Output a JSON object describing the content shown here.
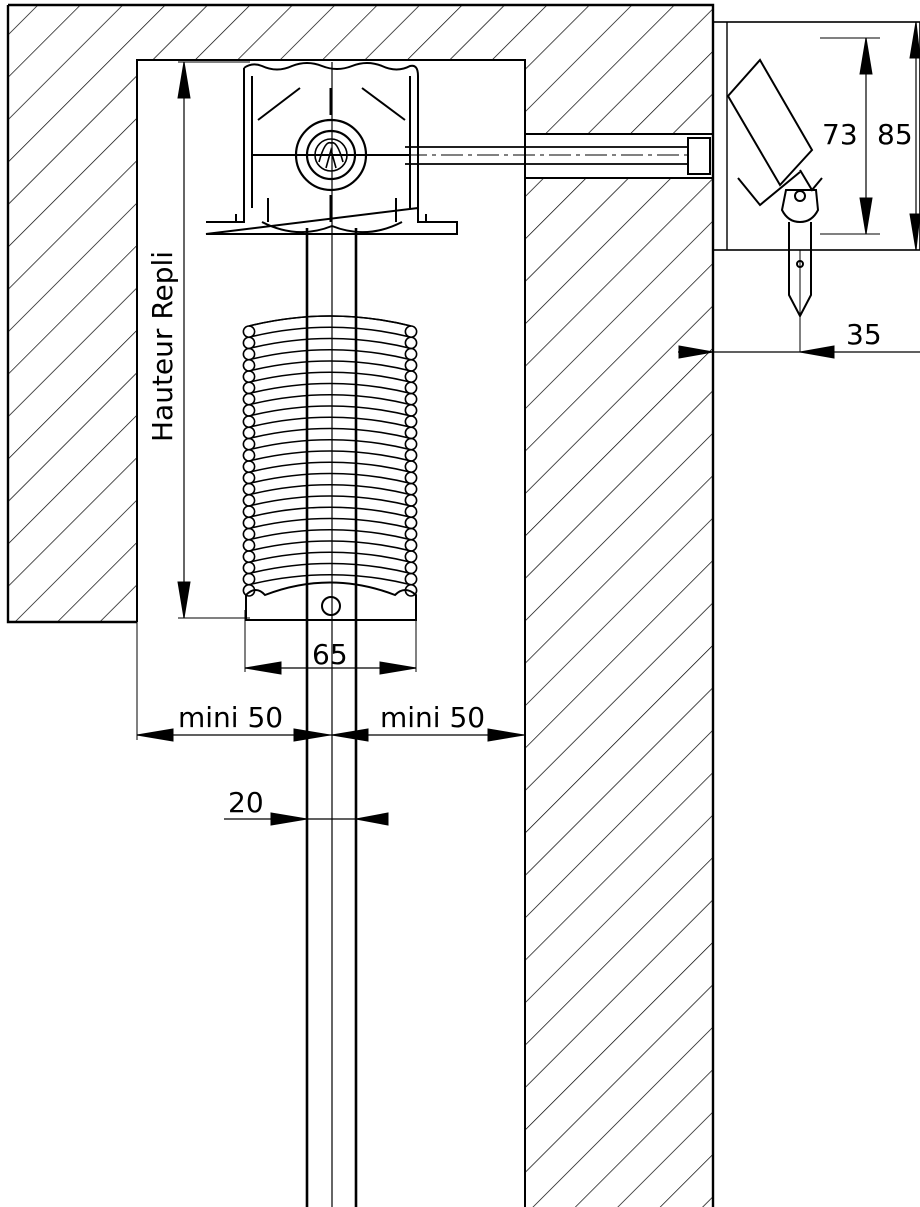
{
  "dimensions": {
    "hauteur_repli": "Hauteur Repli",
    "d73": "73",
    "d85": "85",
    "d35": "35",
    "d65": "65",
    "mini_left": "mini 50",
    "mini_right": "mini 50",
    "d20": "20"
  }
}
